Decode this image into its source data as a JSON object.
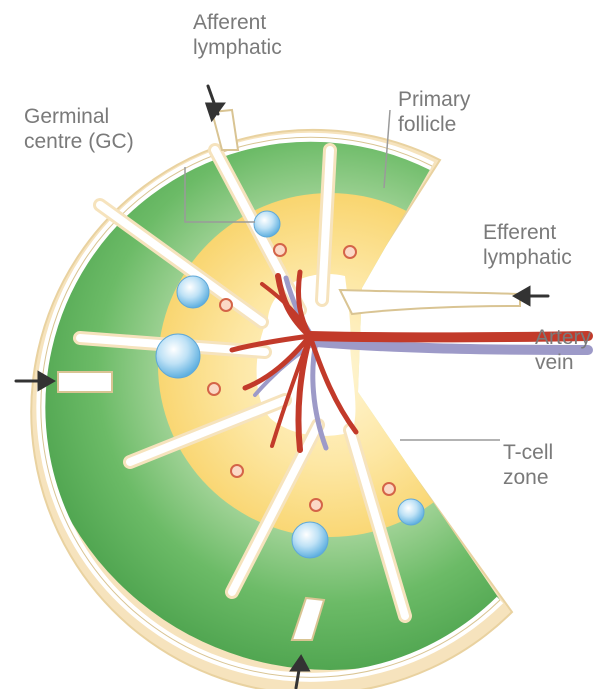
{
  "labels": {
    "afferent": [
      "Afferent",
      "lymphatic"
    ],
    "germinal": [
      "Germinal",
      "centre (GC)"
    ],
    "primary": [
      "Primary",
      "follicle"
    ],
    "efferent": [
      "Efferent",
      "lymphatic"
    ],
    "artery_vein": [
      "Artery",
      "vein"
    ],
    "tcell": [
      "T-cell",
      "zone"
    ]
  },
  "colors": {
    "capsule": "#f6e3bd",
    "cortex_green": "#5fb15f",
    "cortex_light": "#c7e7c0",
    "paracortex": "#f8d777",
    "medulla": "#ffffff",
    "artery": "#c23a2a",
    "vein": "#9d9ac8",
    "germinal_centre": "#7cc3ea",
    "hev": "#e48a6c",
    "arrow": "#333333",
    "label_text": "#7a7a7a"
  }
}
